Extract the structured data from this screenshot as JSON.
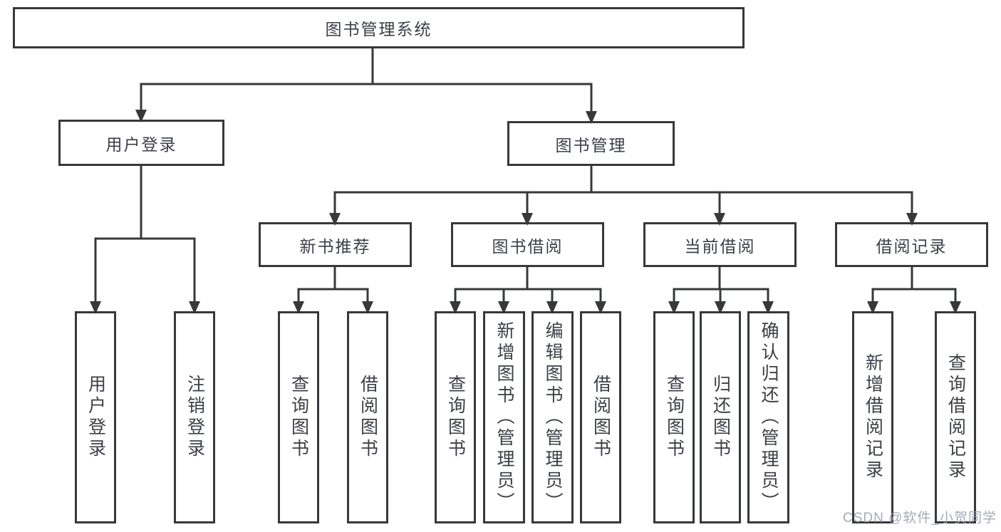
{
  "diagram_title": "图书管理系统",
  "tree": {
    "label": "图书管理系统",
    "children": [
      {
        "label": "用户登录",
        "children": [
          {
            "label": "用户登录"
          },
          {
            "label": "注销登录"
          }
        ]
      },
      {
        "label": "图书管理",
        "children": [
          {
            "label": "新书推荐",
            "children": [
              {
                "label": "查询图书"
              },
              {
                "label": "借阅图书"
              }
            ]
          },
          {
            "label": "图书借阅",
            "children": [
              {
                "label": "查询图书"
              },
              {
                "label": "新增图书（管理员）"
              },
              {
                "label": "编辑图书（管理员）"
              },
              {
                "label": "借阅图书"
              }
            ]
          },
          {
            "label": "当前借阅",
            "children": [
              {
                "label": "查询图书"
              },
              {
                "label": "归还图书"
              },
              {
                "label": "确认归还（管理员）"
              }
            ]
          },
          {
            "label": "借阅记录",
            "children": [
              {
                "label": "新增借阅记录"
              },
              {
                "label": "查询借阅记录"
              }
            ]
          }
        ]
      }
    ]
  },
  "watermark": {
    "text": "CSDN @软件_小贺同学"
  },
  "colors": {
    "line": "#36383b",
    "text": "#3c3f46",
    "background": "#ffffff",
    "watermark": "#9aa1b0"
  }
}
